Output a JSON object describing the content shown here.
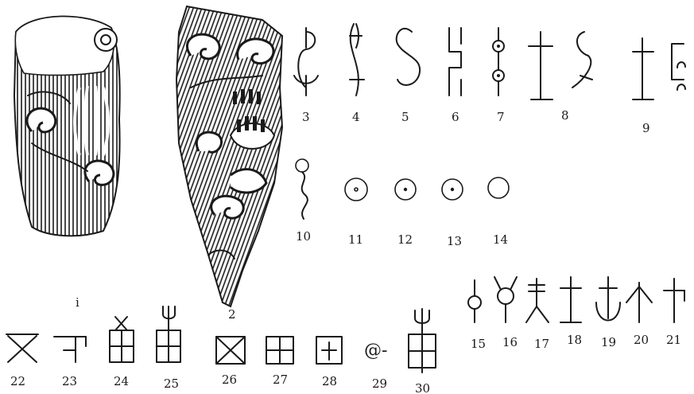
{
  "figure_labels": {
    "f1": "i",
    "f2": "2",
    "s3": "3",
    "s4": "4",
    "s5": "5",
    "s6": "6",
    "s7": "7",
    "s8": "8",
    "s9": "9",
    "s10": "10",
    "s11": "11",
    "s12": "12",
    "s13": "13",
    "s14": "14",
    "s15": "15",
    "s16": "16",
    "s17": "17",
    "s18": "18",
    "s19": "19",
    "s20": "20",
    "s21": "21",
    "s22": "22",
    "s23": "23",
    "s24": "24",
    "s25": "25",
    "s26": "26",
    "s27": "27",
    "s28": "28",
    "s29": "29",
    "s29_glyph": "@-",
    "s30": "30"
  },
  "colors": {
    "ink": "#1a1a1a",
    "paper": "#ffffff"
  }
}
